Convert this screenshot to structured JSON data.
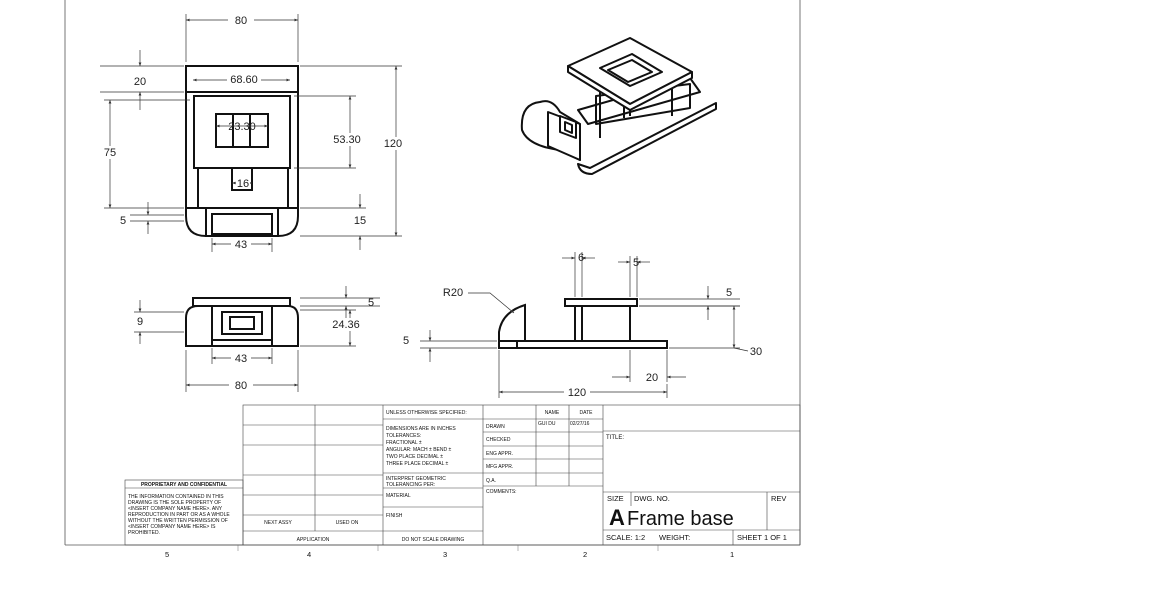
{
  "drawing": {
    "top_view": {
      "dims": [
        "80",
        "68.60",
        "20",
        "75",
        "23.30",
        "53.30",
        "120",
        "16",
        "5",
        "15",
        "43"
      ]
    },
    "front_view": {
      "dims": [
        "5",
        "9",
        "24.36",
        "43",
        "80"
      ]
    },
    "side_view": {
      "dims": [
        "R20",
        "6",
        "5",
        "5",
        "5",
        "30",
        "20",
        "120"
      ]
    }
  },
  "title_block": {
    "proprietary_heading": "PROPRIETARY AND CONFIDENTIAL",
    "proprietary_text": [
      "THE INFORMATION CONTAINED IN THIS",
      "DRAWING IS THE SOLE PROPERTY OF",
      "<INSERT COMPANY NAME HERE>. ANY",
      "REPRODUCTION IN PART OR AS A WHOLE",
      "WITHOUT THE WRITTEN PERMISSION OF",
      "<INSERT COMPANY NAME HERE> IS",
      "PROHIBITED."
    ],
    "next_assy": "NEXT ASSY",
    "used_on": "USED ON",
    "application": "APPLICATION",
    "unless_specified": "UNLESS OTHERWISE SPECIFIED:",
    "tolerance_lines": [
      "DIMENSIONS ARE IN INCHES",
      "TOLERANCES:",
      "FRACTIONAL ±",
      "ANGULAR: MACH ±    BEND ±",
      "TWO PLACE DECIMAL  ±",
      "THREE PLACE DECIMAL  ±"
    ],
    "interpret_lines": [
      "INTERPRET GEOMETRIC",
      "TOLERANCING PER:"
    ],
    "material": "MATERIAL",
    "finish": "FINISH",
    "do_not_scale": "DO NOT SCALE DRAWING",
    "col_name": "NAME",
    "col_date": "DATE",
    "rows": [
      {
        "label": "DRAWN",
        "name": "GUI DU",
        "date": "02/27/16"
      },
      {
        "label": "CHECKED",
        "name": "",
        "date": ""
      },
      {
        "label": "ENG APPR.",
        "name": "",
        "date": ""
      },
      {
        "label": "MFG APPR.",
        "name": "",
        "date": ""
      },
      {
        "label": "Q.A.",
        "name": "",
        "date": ""
      }
    ],
    "comments": "COMMENTS:",
    "title_label": "TITLE:",
    "size_label": "SIZE",
    "dwg_no_label": "DWG.  NO.",
    "rev_label": "REV",
    "size_value": "A",
    "dwg_name": "Frame base",
    "scale": "SCALE: 1:2",
    "weight": "WEIGHT:",
    "sheet": "SHEET 1 OF 1"
  },
  "zones": [
    "5",
    "4",
    "3",
    "2",
    "1"
  ]
}
